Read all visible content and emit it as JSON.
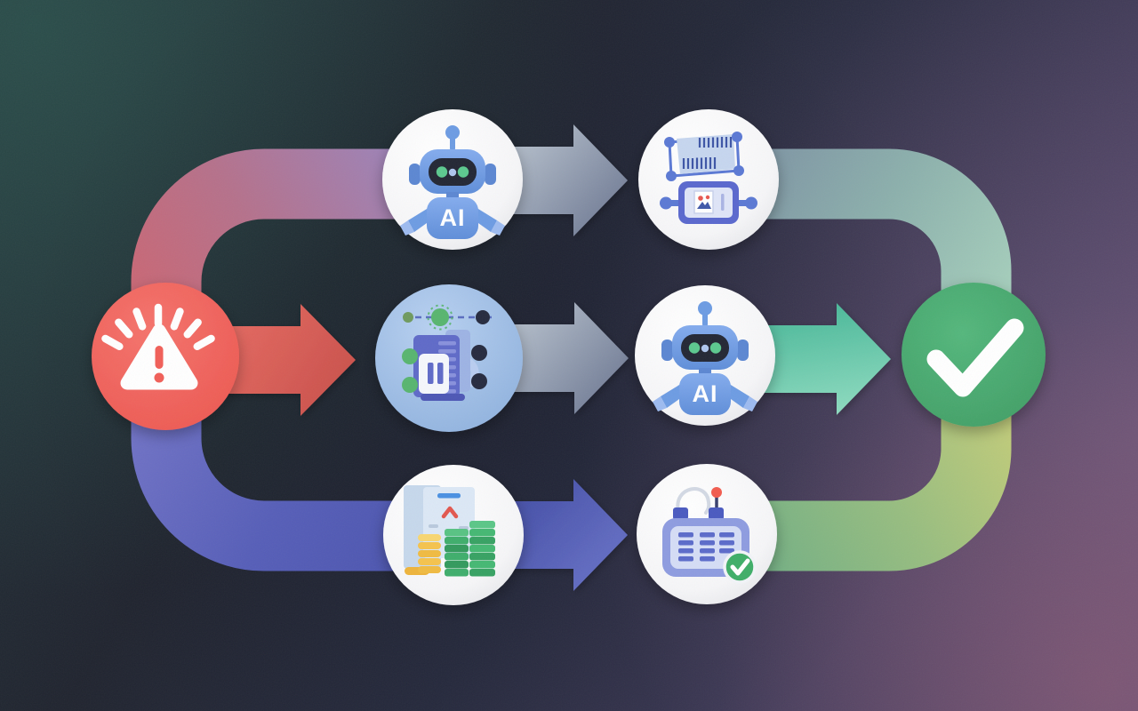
{
  "nodes": [
    {
      "id": "alert-source",
      "icon": "warning-alert-icon",
      "shape": "circle",
      "color_key": "alert_red"
    },
    {
      "id": "ai-robot-top",
      "icon": "ai-robot-icon",
      "badge": "AI"
    },
    {
      "id": "data-chip-module",
      "icon": "annotated-data-module-icon"
    },
    {
      "id": "workflow-document",
      "icon": "workflow-document-icon"
    },
    {
      "id": "ai-robot-middle",
      "icon": "ai-robot-icon",
      "badge": "AI"
    },
    {
      "id": "documents-money",
      "icon": "documents-money-icon"
    },
    {
      "id": "schedule-device",
      "icon": "schedule-check-icon"
    },
    {
      "id": "success-check",
      "icon": "checkmark-icon",
      "shape": "circle",
      "color_key": "success_green"
    }
  ],
  "edges": [
    {
      "from": "alert-source",
      "to": "ai-robot-top",
      "style": "pipe",
      "colors": [
        "#cd6570",
        "#9787c2"
      ]
    },
    {
      "from": "alert-source",
      "to": "workflow-document",
      "style": "block-arrow",
      "color": "#d95952"
    },
    {
      "from": "alert-source",
      "to": "documents-money",
      "style": "pipe",
      "colors": [
        "#7173c6",
        "#4b54ae"
      ]
    },
    {
      "from": "ai-robot-top",
      "to": "data-chip-module",
      "style": "block-arrow",
      "color": "#8e99ad"
    },
    {
      "from": "workflow-document",
      "to": "ai-robot-middle",
      "style": "block-arrow",
      "color": "#8e99ad"
    },
    {
      "from": "documents-money",
      "to": "schedule-device",
      "style": "block-arrow",
      "color": "#4a55b0"
    },
    {
      "from": "data-chip-module",
      "to": "success-check",
      "style": "pipe",
      "colors": [
        "#7d92a3",
        "#a6cfbc"
      ]
    },
    {
      "from": "ai-robot-middle",
      "to": "success-check",
      "style": "block-arrow",
      "color": "#5bc4a4"
    },
    {
      "from": "schedule-device",
      "to": "success-check",
      "style": "pipe",
      "colors": [
        "#6fae85",
        "#bfcb7a"
      ]
    }
  ],
  "colors": {
    "alert_red": "#f15f58",
    "success_green": "#49ab71",
    "robot_blue": "#6d9ce3",
    "node_white": "#f5f5f7",
    "node_light_blue": "#a5c2e8",
    "pipe_rose": "#cd6570",
    "pipe_purple": "#9787c2",
    "pipe_steel": "#7d92a3",
    "pipe_mint": "#a6cfbc",
    "pipe_indigo": "#7173c6",
    "pipe_deep_indigo": "#4b54ae",
    "pipe_green": "#6fae85",
    "pipe_lime": "#bfcb7a",
    "arrow_gray_light": "#b7c1cd",
    "arrow_gray_dark": "#6a7590",
    "arrow_red": "#d95952",
    "arrow_teal": "#5bc4a4",
    "arrow_indigo": "#4a55b0",
    "eye_green": "#5cc98f",
    "coin_yellow": "#f5c34d",
    "money_green": "#3fae6c",
    "check_badge_green": "#3fae68",
    "antenna_red": "#f25c4f"
  }
}
